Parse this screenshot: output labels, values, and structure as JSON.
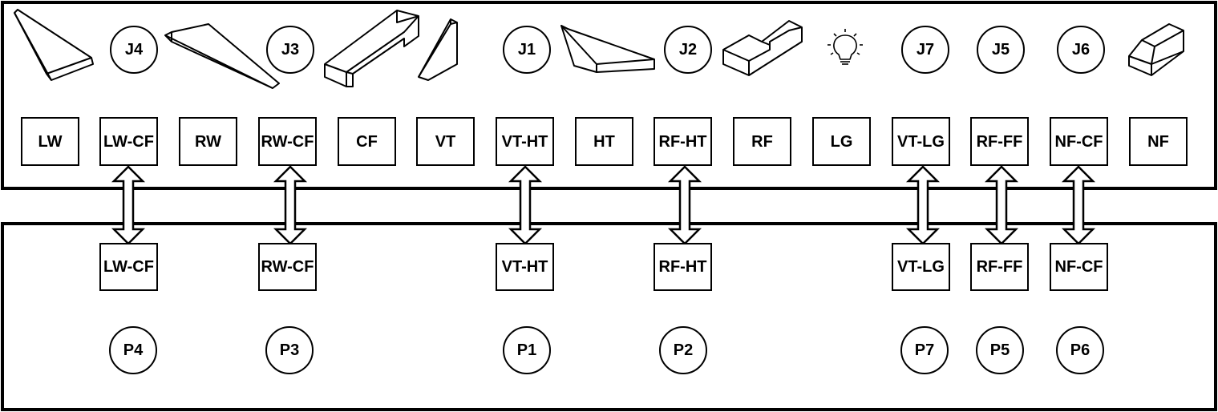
{
  "top_panel": {
    "component_boxes": [
      "LW",
      "LW-CF",
      "RW",
      "RW-CF",
      "CF",
      "VT",
      "VT-HT",
      "HT",
      "RF-HT",
      "RF",
      "LG",
      "VT-LG",
      "RF-FF",
      "NF-CF",
      "NF"
    ],
    "joint_circles": [
      "J4",
      "J3",
      "J1",
      "J2",
      "J7",
      "J5",
      "J6"
    ],
    "icons": [
      "left-wing-part-icon",
      "right-wing-part-icon",
      "center-fuselage-part-icon",
      "vertical-tail-part-icon",
      "horizontal-tail-part-icon",
      "rear-fuselage-part-icon",
      "lightbulb-icon",
      "nose-part-icon"
    ]
  },
  "bottom_panel": {
    "interface_boxes": [
      "LW-CF",
      "RW-CF",
      "VT-HT",
      "RF-HT",
      "VT-LG",
      "RF-FF",
      "NF-CF"
    ],
    "process_circles": [
      "P4",
      "P3",
      "P1",
      "P2",
      "P7",
      "P5",
      "P6"
    ]
  },
  "connections": [
    {
      "from": "LW-CF",
      "to": "LW-CF"
    },
    {
      "from": "RW-CF",
      "to": "RW-CF"
    },
    {
      "from": "VT-HT",
      "to": "VT-HT"
    },
    {
      "from": "RF-HT",
      "to": "RF-HT"
    },
    {
      "from": "VT-LG",
      "to": "VT-LG"
    },
    {
      "from": "RF-FF",
      "to": "RF-FF"
    },
    {
      "from": "NF-CF",
      "to": "NF-CF"
    }
  ]
}
